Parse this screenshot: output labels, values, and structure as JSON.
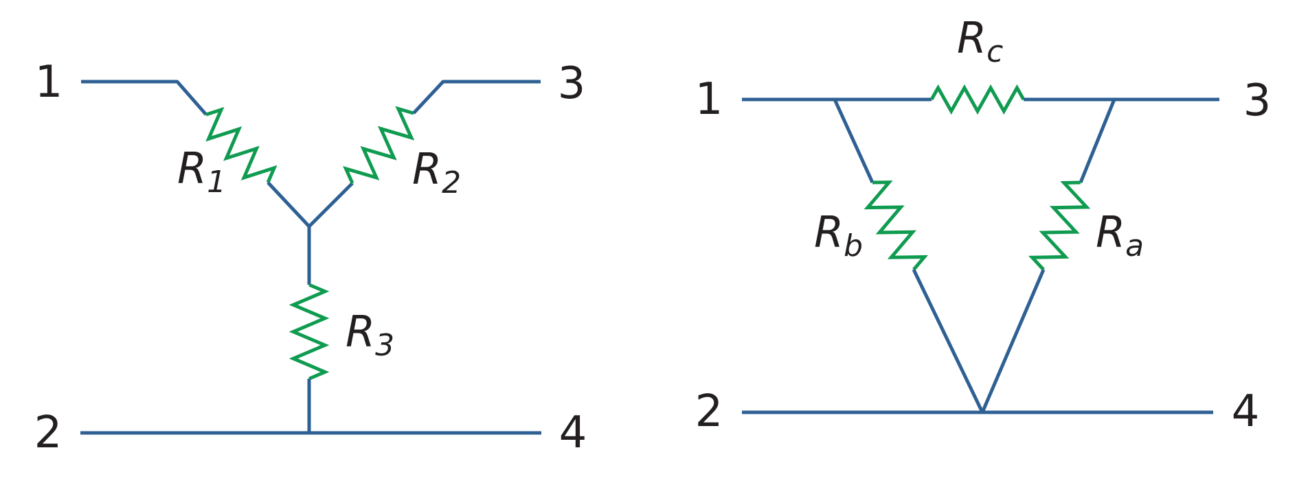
{
  "figure": {
    "description": "wye and delta resistor networks",
    "colors": {
      "wire_blue": "#2f6093",
      "resistor_green": "#0f9b50",
      "label_ink": "#231f20",
      "background": "#ffffff"
    },
    "wye": {
      "terminals": [
        {
          "label": "1"
        },
        {
          "label": "2"
        },
        {
          "label": "3"
        },
        {
          "label": "4"
        }
      ],
      "resistors": [
        {
          "base": "R",
          "sub": "1"
        },
        {
          "base": "R",
          "sub": "2"
        },
        {
          "base": "R",
          "sub": "3"
        }
      ]
    },
    "delta": {
      "terminals": [
        {
          "label": "1"
        },
        {
          "label": "2"
        },
        {
          "label": "3"
        },
        {
          "label": "4"
        }
      ],
      "resistors": [
        {
          "base": "R",
          "sub": "c"
        },
        {
          "base": "R",
          "sub": "b"
        },
        {
          "base": "R",
          "sub": "a"
        }
      ]
    }
  }
}
